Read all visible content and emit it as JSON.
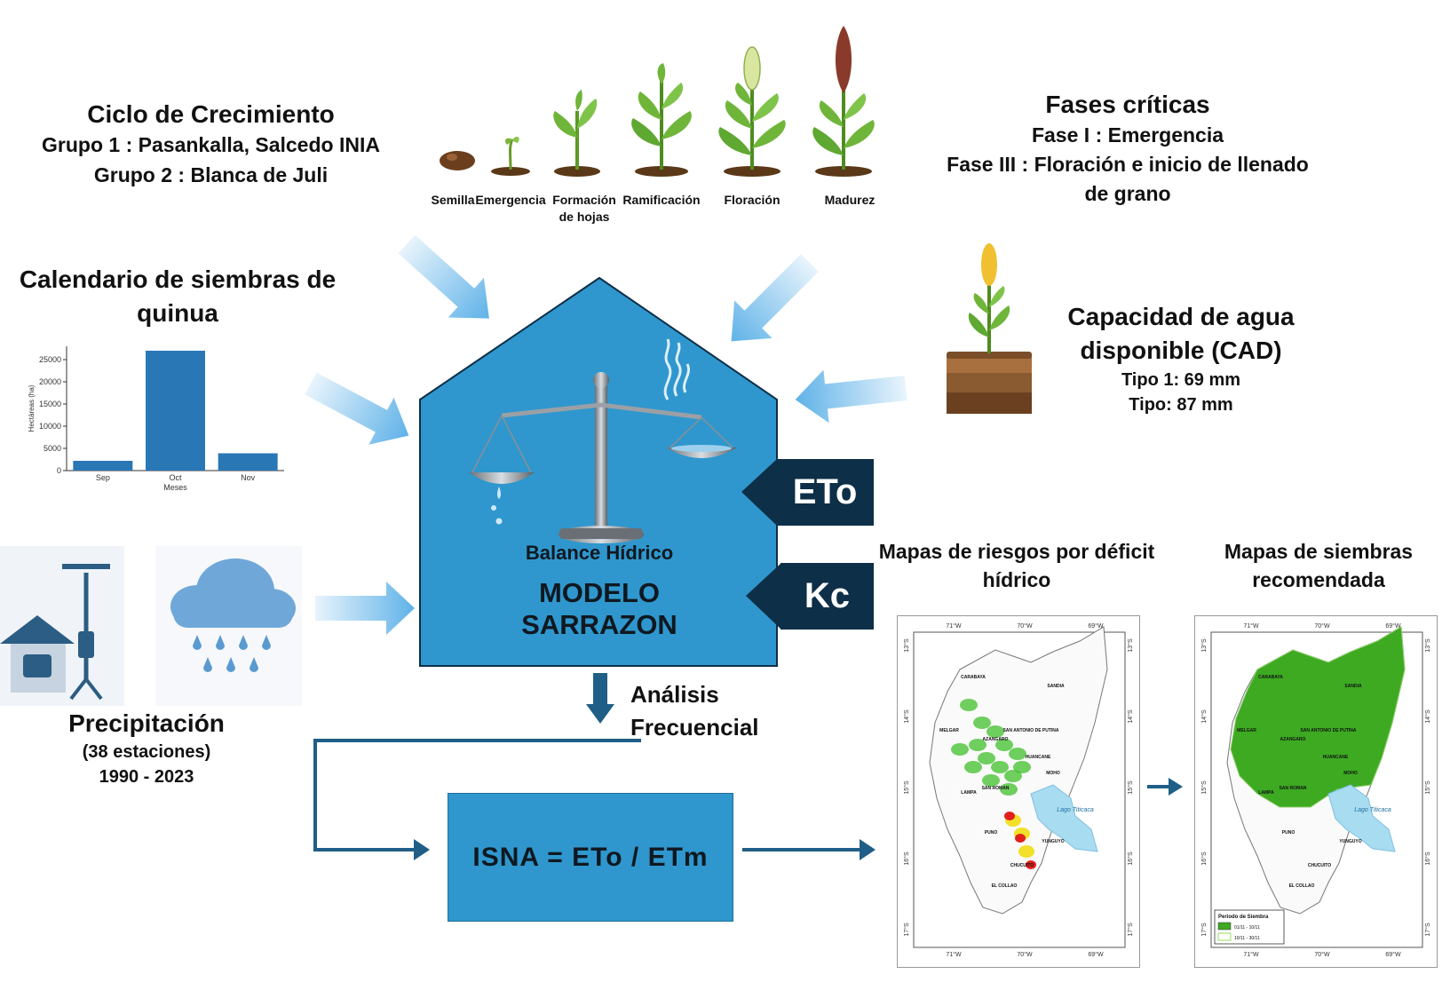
{
  "ciclo": {
    "title": "Ciclo de Crecimiento",
    "group1": "Grupo 1 : Pasankalla, Salcedo INIA",
    "group2": "Grupo 2 : Blanca de Juli"
  },
  "phases": [
    "Semilla",
    "Emergencia",
    "Formación de hojas",
    "Ramificación",
    "Floración",
    "Madurez"
  ],
  "fases": {
    "title": "Fases críticas",
    "fase1": "Fase I : Emergencia",
    "fase3": "Fase III : Floración e inicio de llenado de grano"
  },
  "calendario": {
    "title": "Calendario de siembras de quinua"
  },
  "chart_data": {
    "type": "bar",
    "categories": [
      "Sep",
      "Oct",
      "Nov"
    ],
    "values": [
      2200,
      27000,
      3900
    ],
    "xlabel": "Meses",
    "ylabel": "Hectáreas (ha)",
    "ylim": [
      0,
      28000
    ],
    "yticks": [
      0,
      5000,
      10000,
      15000,
      20000,
      25000
    ],
    "color": "#2a77b6"
  },
  "cad": {
    "title": "Capacidad de agua disponible (CAD)",
    "tipo1": "Tipo 1: 69 mm",
    "tipo2": "Tipo: 87 mm"
  },
  "precip": {
    "title": "Precipitación",
    "stations": "(38 estaciones)",
    "years": "1990 - 2023"
  },
  "model": {
    "subtitle": "Balance Hídrico",
    "name_line1": "MODELO",
    "name_line2": "SARRAZON",
    "color": "#2f97cd"
  },
  "inputs": {
    "eto": "ETo",
    "kc": "Kc",
    "color": "#0d2f47"
  },
  "analisis": {
    "line1": "Análisis",
    "line2": "Frecuencial"
  },
  "isna": {
    "formula": "ISNA = ETo / ETm"
  },
  "maps": {
    "riesgo_title": "Mapas de riesgos por déficit hídrico",
    "siembra_title": "Mapas de siembras recomendada",
    "lon_labels": [
      "71°W",
      "70°W",
      "69°W"
    ],
    "lat_labels": [
      "13°S",
      "14°S",
      "15°S",
      "16°S",
      "17°S"
    ],
    "lake": "Lago Titicaca",
    "places": [
      "CARABAYA",
      "SANDIA",
      "SAN ANTONIO DE PUTINA",
      "AZANGARO",
      "MELGAR",
      "HUANCANE",
      "MOHO",
      "LAMPA",
      "SAN ROMAN",
      "PUNO",
      "YUNGUYO",
      "CHUCUITO",
      "EL COLLAO"
    ],
    "legend_title": "Periodo de Siembra",
    "legend_items": [
      "01/11 - 10/11",
      "10/11 - 30/11"
    ]
  }
}
